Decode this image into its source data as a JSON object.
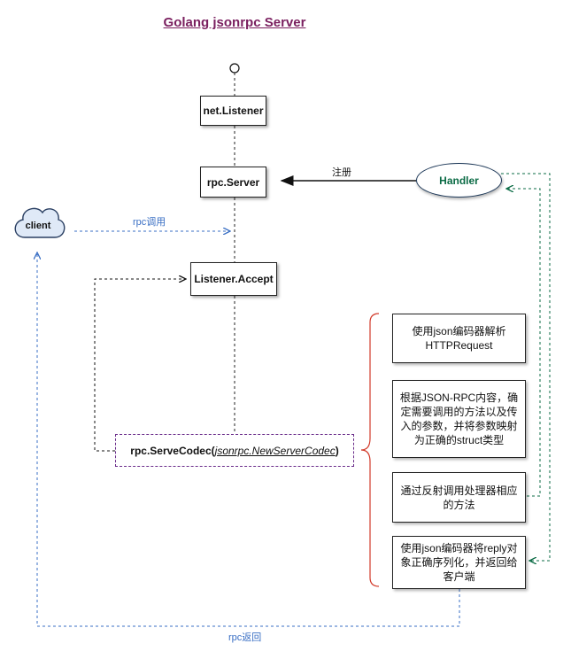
{
  "title": "Golang jsonrpc Server",
  "nodes": {
    "listener": "net.Listener",
    "server": "rpc.Server",
    "accept": "Listener.Accept",
    "codec_prefix": "rpc.ServeCodec(",
    "codec_arg": " jsonrpc.NewServerCodec",
    "codec_suffix": " )",
    "handler": "Handler",
    "client": "client"
  },
  "edges": {
    "register": "注册",
    "rpc_call": "rpc调用",
    "rpc_return": "rpc返回"
  },
  "steps": [
    "使用json编码器解析HTTPRequest",
    "根据JSON-RPC内容，确定需要调用的方法以及传入的参数，并将参数映射为正确的struct类型",
    "通过反射调用处理器相应的方法",
    "使用json编码器将reply对象正确序列化，并返回给客户端"
  ],
  "colors": {
    "title": "#7a1f5f",
    "rpc_blue": "#3a6fc4",
    "handler_green": "#0b6b45",
    "codec_border": "#6a2c8a",
    "brace_red": "#d23a2a"
  }
}
